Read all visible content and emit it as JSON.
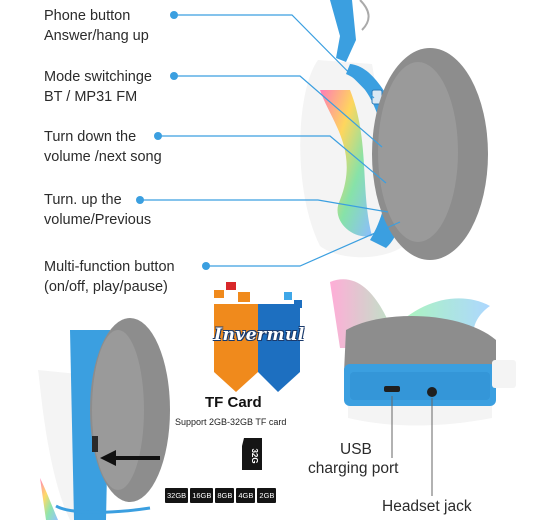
{
  "features": [
    {
      "lines": [
        "Phone button",
        "Answer/hang up"
      ]
    },
    {
      "lines": [
        "Mode switchinge",
        "BT / MP31 FM"
      ]
    },
    {
      "lines": [
        "Turn down the",
        "volume /next song"
      ]
    },
    {
      "lines": [
        "Turn. up the",
        "volume/Previous"
      ]
    },
    {
      "lines": [
        "Multi-function button",
        "(on/off, play/pause)"
      ]
    }
  ],
  "tf_card": {
    "title": "TF Card",
    "support": "Support 2GB-32GB TF card",
    "sd_label": "32G",
    "capacities": [
      "32GB",
      "16GB",
      "8GB",
      "4GB",
      "2GB"
    ]
  },
  "ports": {
    "usb_line1": "USB",
    "usb_line2": "charging port",
    "headset": "Headset jack"
  },
  "logo": {
    "text": "Invermul"
  },
  "colors": {
    "accent_blue": "#3b9fe0",
    "cushion_gray": "#8a8a8a",
    "shell_white": "#f4f4f4"
  }
}
